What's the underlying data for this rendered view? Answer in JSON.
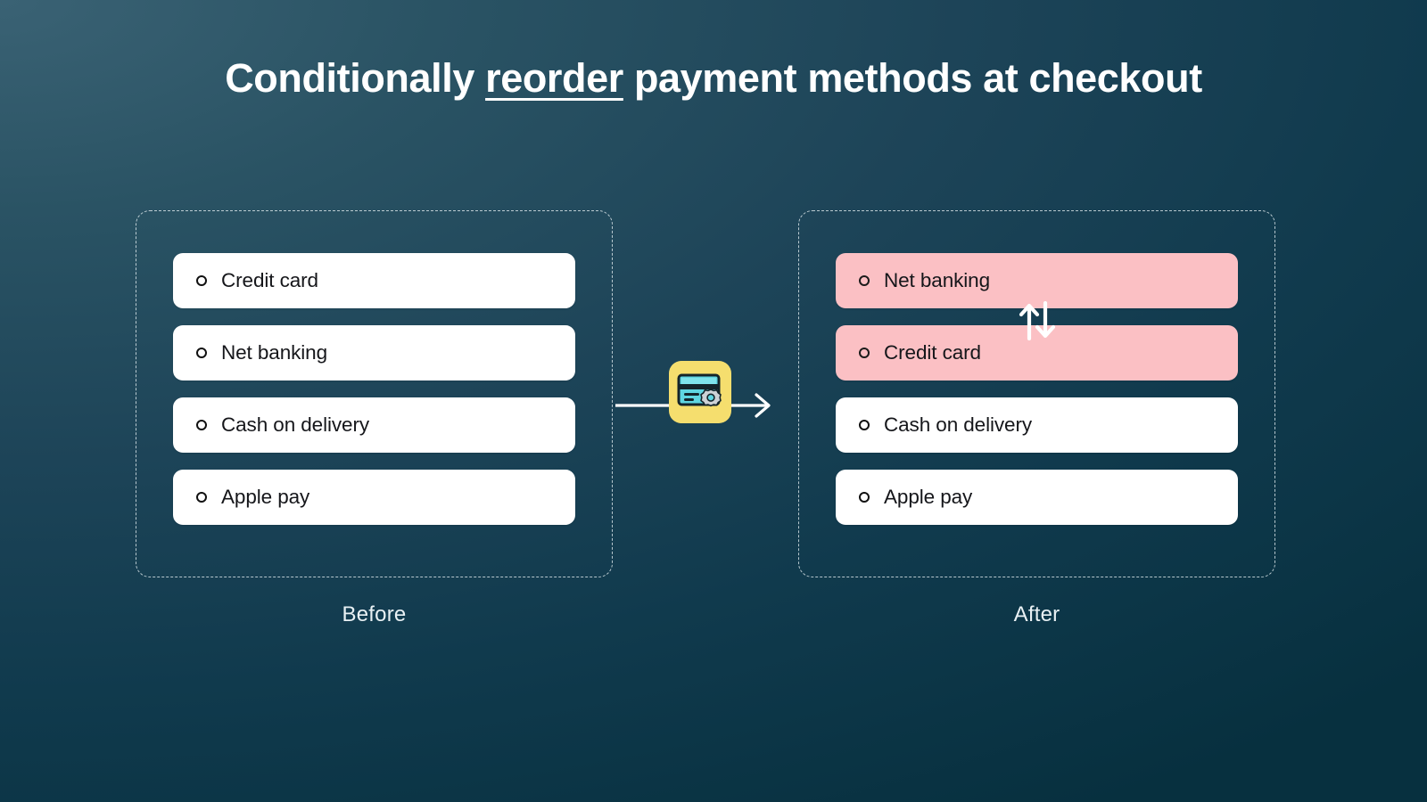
{
  "title": {
    "before_text": "Conditionally ",
    "highlight": "reorder",
    "after_text": " payment methods at checkout"
  },
  "colors": {
    "background_start": "#3a6274",
    "background_end": "#07303f",
    "row_default": "#ffffff",
    "row_highlight": "#fbc0c4",
    "icon_tile": "#f5de6e",
    "icon_card": "#59d3e0",
    "icon_gear": "#c9cdd2",
    "text_dark": "#15161a",
    "text_light": "#e9f1f4"
  },
  "panels": {
    "before": {
      "caption": "Before",
      "rows": [
        {
          "label": "Credit card",
          "highlighted": false
        },
        {
          "label": "Net banking",
          "highlighted": false
        },
        {
          "label": "Cash on delivery",
          "highlighted": false
        },
        {
          "label": "Apple pay",
          "highlighted": false
        }
      ]
    },
    "after": {
      "caption": "After",
      "rows": [
        {
          "label": "Net banking",
          "highlighted": true
        },
        {
          "label": "Credit card",
          "highlighted": true
        },
        {
          "label": "Cash on delivery",
          "highlighted": false
        },
        {
          "label": "Apple pay",
          "highlighted": false
        }
      ]
    }
  },
  "middle": {
    "icon_name": "payment-card-settings-icon",
    "arrow_name": "transition-arrow"
  },
  "swap": {
    "icon_name": "swap-vertical-icon"
  }
}
